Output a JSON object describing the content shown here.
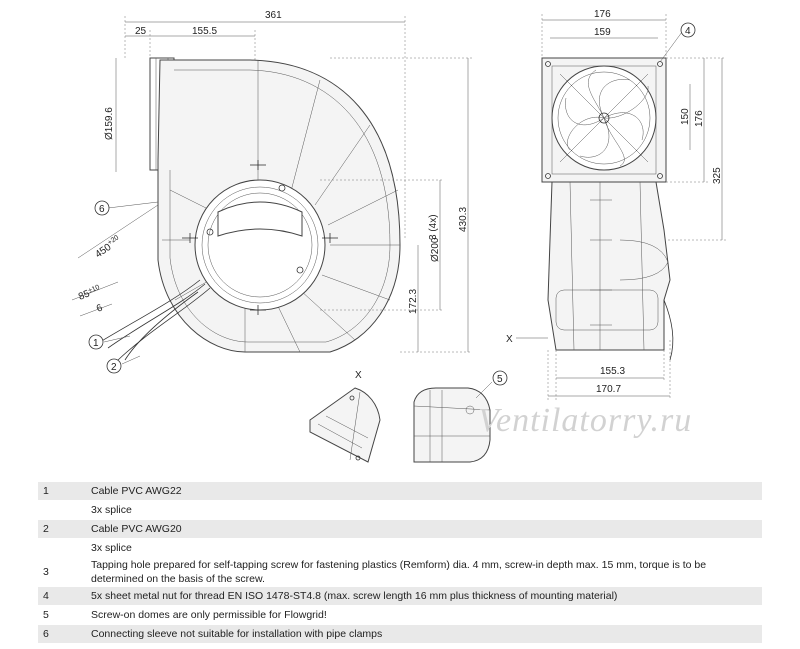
{
  "dimensions": {
    "d361": "361",
    "d25": "25",
    "d155_5": "155.5",
    "d159_6": "Ø159.6",
    "d450": "450",
    "d450_tol": "+20",
    "d85": "85",
    "d85_tol": "±10",
    "d6": "6",
    "d3_4x": "3  (4x)",
    "d200": "Ø200",
    "d430_3": "430.3",
    "d172_3": "172.3",
    "d176_top": "176",
    "d159": "159",
    "d150": "150",
    "d176_side": "176",
    "d325": "325",
    "d155_3": "155.3",
    "d170_7": "170.7"
  },
  "callouts": {
    "c1": "1",
    "c2": "2",
    "c4": "4",
    "c5": "5",
    "c6": "6",
    "detail_x": "X",
    "section_x": "X"
  },
  "watermark": "Ventilatorry.ru",
  "notes": [
    {
      "num": "1",
      "text": "Cable PVC AWG22",
      "shaded": true
    },
    {
      "num": "",
      "text": "3x splice",
      "shaded": false
    },
    {
      "num": "2",
      "text": "Cable PVC AWG20",
      "shaded": true
    },
    {
      "num": "",
      "text": "3x splice",
      "shaded": false
    },
    {
      "num": "3",
      "text": "Tapping hole prepared for self-tapping screw for fastening plastics (Remform) dia. 4 mm, screw-in depth max. 15 mm, torque is to be determined on the basis of the screw.",
      "shaded": false
    },
    {
      "num": "4",
      "text": "5x sheet metal nut for thread EN ISO 1478-ST4.8 (max. screw length 16 mm plus thickness of mounting material)",
      "shaded": true
    },
    {
      "num": "5",
      "text": "Screw-on domes are only permissible for Flowgrid!",
      "shaded": false
    },
    {
      "num": "6",
      "text": "Connecting sleeve not suitable for installation with pipe clamps",
      "shaded": true
    }
  ]
}
